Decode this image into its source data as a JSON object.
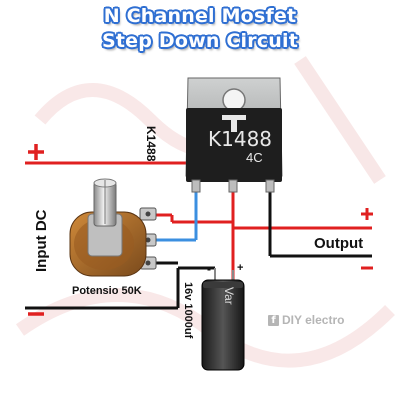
{
  "title": {
    "line1": "N Channel Mosfet",
    "line2": "Step Down Circuit"
  },
  "mosfet": {
    "side_label": "K1488",
    "body_label": "K1488",
    "code": "4C",
    "logo_icon": "toshiba-t-logo-icon"
  },
  "input": {
    "label": "Input DC",
    "plus": "+",
    "minus": "-"
  },
  "output": {
    "label": "Output",
    "plus": "+",
    "minus": "-"
  },
  "potentiometer": {
    "label": "Potensio 50K"
  },
  "capacitor": {
    "label": "16v 1000uf",
    "body_text": "Var",
    "minus": "-",
    "plus": "+"
  },
  "watermark": {
    "text": "DIY electro",
    "icon": "facebook-icon"
  },
  "colors": {
    "title_fill": "#ffffff",
    "title_outline": "#2f6fd2",
    "positive_wire": "#e02020",
    "negative_wire": "#111111",
    "signal_wire": "#3b8fe0",
    "mosfet_body": "#1e1e1e",
    "mosfet_tab": "#a9abab"
  }
}
